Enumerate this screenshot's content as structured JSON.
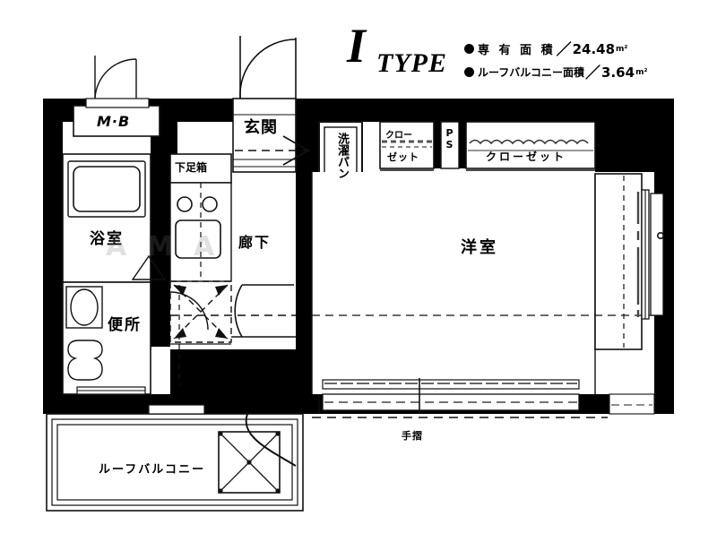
{
  "header": {
    "type_letter": "I",
    "type_word": "TYPE",
    "specs": [
      {
        "bullet": "filled-circle-bullet",
        "label": "専 有 面 積",
        "slash": "／",
        "value": "24.48",
        "unit": "m²"
      },
      {
        "bullet": "filled-circle-bullet",
        "label": "ルーフバルコニー面積",
        "slash": "／",
        "value": "3.64",
        "unit": "m²"
      }
    ]
  },
  "plan": {
    "rooms": [
      {
        "id": "meter-box",
        "label": "M·B"
      },
      {
        "id": "bathroom",
        "label": "浴室"
      },
      {
        "id": "toilet",
        "label": "便所"
      },
      {
        "id": "shoe-cabinet",
        "label": "下足箱"
      },
      {
        "id": "entrance",
        "label": "玄関"
      },
      {
        "id": "corridor",
        "label": "廊下"
      },
      {
        "id": "washer-pan",
        "label": "洗濯パン"
      },
      {
        "id": "closet-small",
        "label": "クローゼット"
      },
      {
        "id": "pipe-shaft",
        "label": "PS"
      },
      {
        "id": "closet-large",
        "label": "クローゼット"
      },
      {
        "id": "western-room",
        "label": "洋室"
      },
      {
        "id": "roof-balcony",
        "label": "ルーフバルコニー"
      },
      {
        "id": "handrail",
        "label": "手摺"
      }
    ],
    "watermark": "A M A"
  },
  "colors": {
    "wall": "#000000",
    "floor": "#ffffff",
    "line": "#1a1a1a",
    "background": "#ffffff"
  }
}
